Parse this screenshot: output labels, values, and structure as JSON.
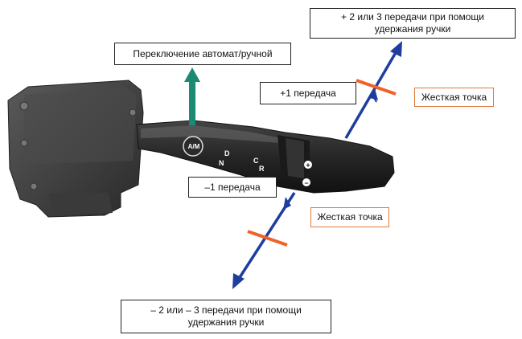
{
  "labels": {
    "top_right_line1": "+ 2 или 3 передачи при помощи",
    "top_right_line2": "удержания  ручки",
    "mode_switch": "Переключение автомат/ручной",
    "plus_one": "+1 передача",
    "hard_point_top": "Жесткая точка",
    "minus_one": "–1 передача",
    "hard_point_bottom": "Жесткая точка",
    "bottom_line1": "– 2 или – 3 передачи при помощи",
    "bottom_line2": "удержания  ручки"
  },
  "lever_marks": {
    "am": "A/M",
    "d": "D",
    "n": "N",
    "c": "C",
    "r": "R",
    "plus": "+",
    "minus": "–"
  },
  "colors": {
    "blue_arrow": "#1f3d9e",
    "green_arrow": "#1a8a72",
    "orange_mark": "#f0622a",
    "lever_dark": "#2a2a2a"
  },
  "icons": [
    "green-up-arrow-icon",
    "blue-up-arrow-icon",
    "blue-down-arrow-icon"
  ]
}
